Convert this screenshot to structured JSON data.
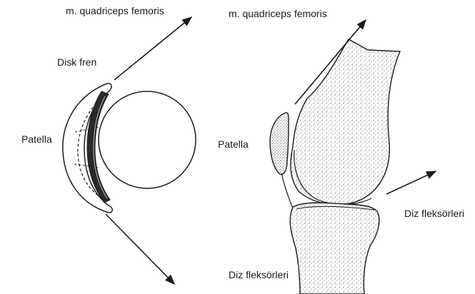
{
  "labels": {
    "quadriceps_left": "m. quadriceps femoris",
    "quadriceps_right": "m. quadriceps femoris",
    "disk_fren": "Disk fren",
    "patella_left": "Patella",
    "patella_right": "Patella",
    "diz_fleksorleri_right": "Diz fleksörleri",
    "diz_fleksorleri_bottom": "Diz fleksörleri"
  },
  "colors": {
    "ink": "#1a1a1a",
    "background": "#ffffff"
  }
}
